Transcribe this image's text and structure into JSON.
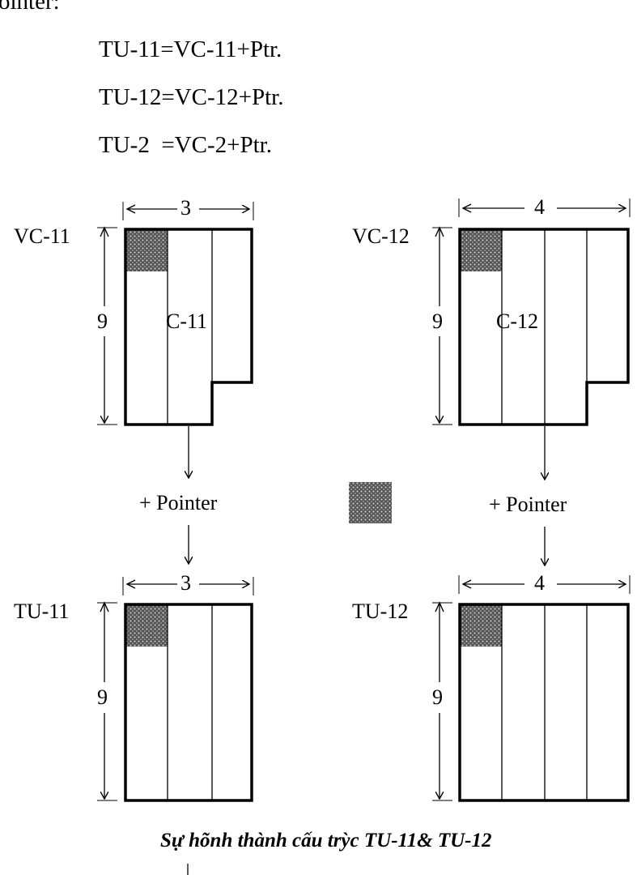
{
  "intro": {
    "fragment": "ointer:"
  },
  "formulas": [
    "TU-11=VC-11+Ptr.",
    "TU-12=VC-12+Ptr.",
    "TU-2  =VC-2+Ptr."
  ],
  "blocks": {
    "vc11": {
      "name": "VC-11",
      "width": "3",
      "height": "9",
      "inner": "C-11"
    },
    "vc12": {
      "name": "VC-12",
      "width": "4",
      "height": "9",
      "inner": "C-12"
    },
    "tu11": {
      "name": "TU-11",
      "width": "3",
      "height": "9"
    },
    "tu12": {
      "name": "TU-12",
      "width": "4",
      "height": "9"
    }
  },
  "pointer_labels": {
    "left": "+ Pointer",
    "right": "+ Pointer"
  },
  "caption": "Sự hõnh thành cấu trỳc TU-11& TU-12",
  "colors": {
    "ink": "#000000",
    "fill": "#555555",
    "dot": "#d9d9d9"
  }
}
